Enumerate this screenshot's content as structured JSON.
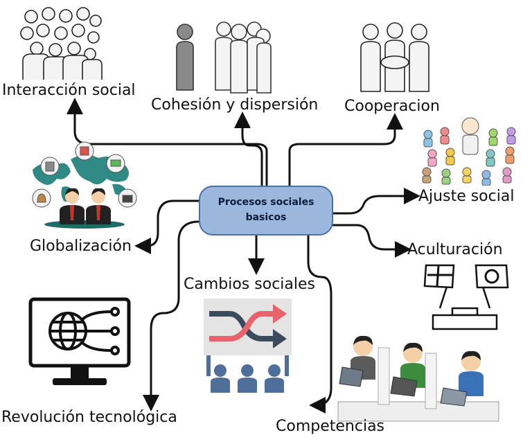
{
  "central_node": {
    "label": "Procesos sociales\nbasicos"
  },
  "branches": {
    "interaccion_social": "Interacción social",
    "cohesion_dispersion": "Cohesión y dispersión",
    "cooperacion": "Cooperacion",
    "ajuste_social": "Ajuste social",
    "globalizacion": "Globalización",
    "aculturacion": "Aculturación",
    "cambios_sociales": "Cambios sociales",
    "revolucion_tecnologica": "Revolución tecnológica",
    "competencias": "Competencias"
  },
  "icons": {
    "interaccion_social": "crowd-icon",
    "cohesion_dispersion": "separated-person-icon",
    "cooperacion": "teamwork-hands-icon",
    "ajuste_social": "teacher-group-icon",
    "globalizacion": "world-business-icon",
    "aculturacion": "crossed-flags-icon",
    "cambios_sociales": "shuffle-arrows-icon",
    "revolucion_tecnologica": "monitor-globe-icon",
    "competencias": "office-workers-icon"
  },
  "colors": {
    "hub_fill": "#9bb7dd",
    "hub_border": "#4a6fa5",
    "connector": "#111111",
    "shuffle_red": "#e8646a",
    "shuffle_navy": "#3c4a5e",
    "people_blue": "#4f6f9a"
  }
}
